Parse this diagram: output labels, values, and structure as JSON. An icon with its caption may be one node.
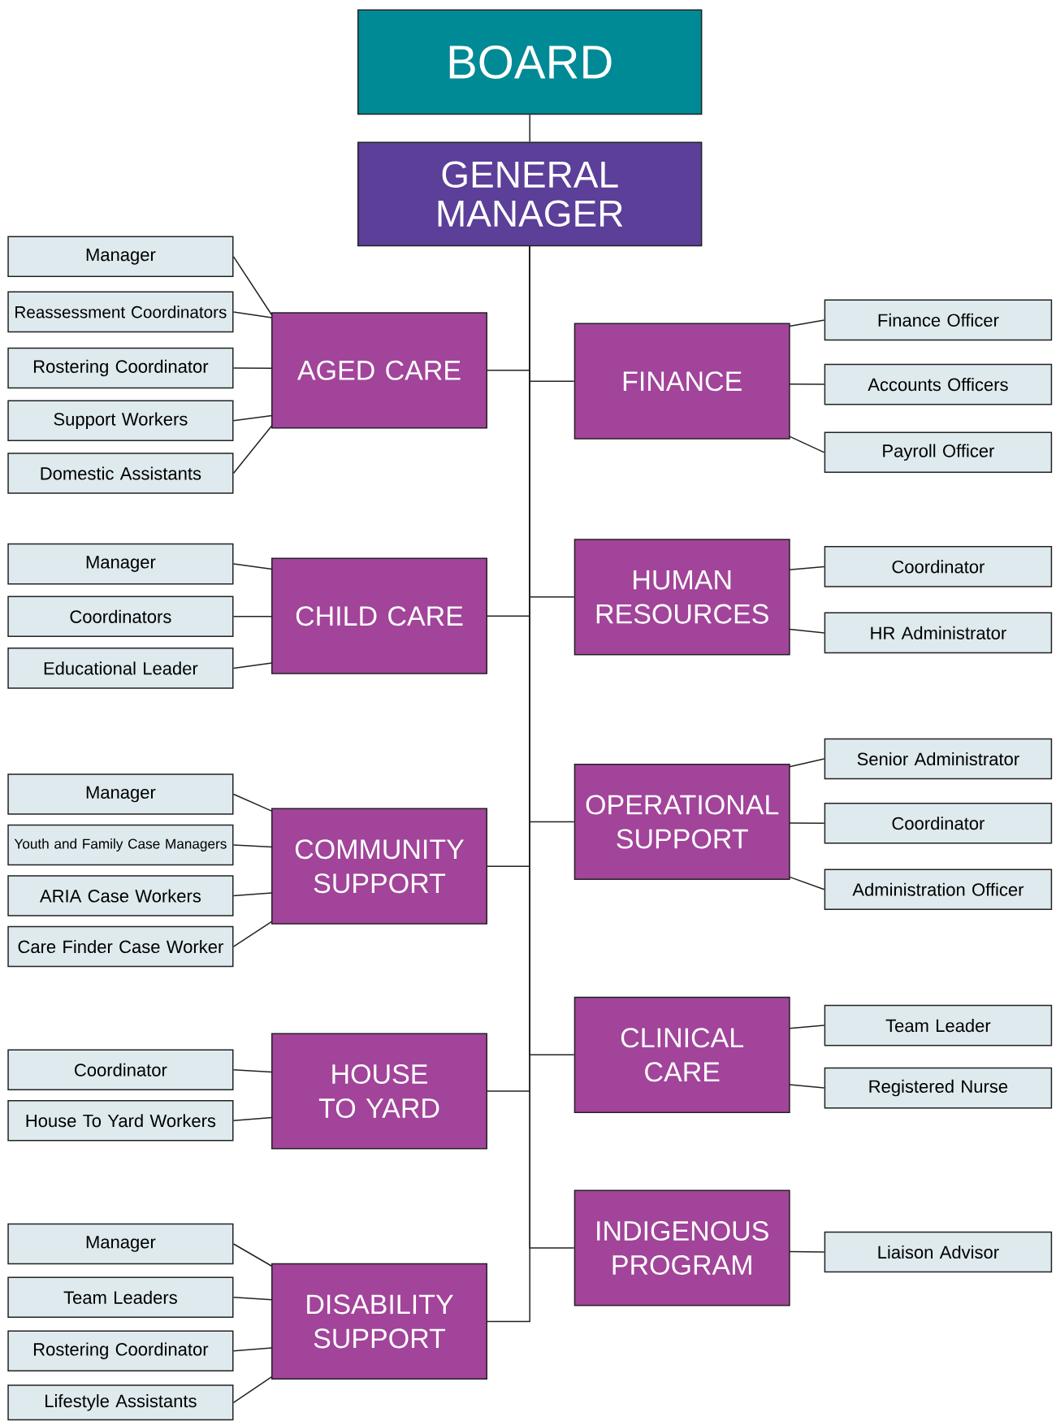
{
  "diagram": {
    "nodes": [
      {
        "text": [
          "BOARD"
        ]
      },
      {
        "text": [
          "GENERAL MANAGER"
        ]
      },
      {
        "text": [
          "AGED CARE"
        ]
      },
      {
        "text": [
          "Manager"
        ]
      },
      {
        "text": [
          "Reassessment Coordinators"
        ]
      },
      {
        "text": [
          "Rostering Coordinator"
        ]
      },
      {
        "text": [
          "Support Workers"
        ]
      },
      {
        "text": [
          "Domestic Assistants"
        ]
      },
      {
        "text": [
          "CHILD CARE"
        ]
      },
      {
        "text": [
          "Manager"
        ]
      },
      {
        "text": [
          "Coordinators"
        ]
      },
      {
        "text": [
          "Educational Leader"
        ]
      },
      {
        "text": [
          "COMMUNITY SUPPORT"
        ]
      },
      {
        "text": [
          "Manager"
        ]
      },
      {
        "text": [
          "Youth and Family Case Managers"
        ]
      },
      {
        "text": [
          "ARIA Case Workers"
        ]
      },
      {
        "text": [
          "Care Finder Case Worker"
        ]
      },
      {
        "text": [
          "HOUSE TO YARD"
        ]
      },
      {
        "text": [
          "Coordinator"
        ]
      },
      {
        "text": [
          "House To Yard Workers"
        ]
      },
      {
        "text": [
          "DISABILITY SUPPORT"
        ]
      },
      {
        "text": [
          "Manager"
        ]
      },
      {
        "text": [
          "Team Leaders"
        ]
      },
      {
        "text": [
          "Rostering Coordinator"
        ]
      },
      {
        "text": [
          "Lifestyle Assistants"
        ]
      },
      {
        "text": [
          "FINANCE"
        ]
      },
      {
        "text": [
          "Finance Officer"
        ]
      },
      {
        "text": [
          "Accounts Officers"
        ]
      },
      {
        "text": [
          "Payroll Officer"
        ]
      },
      {
        "text": [
          "HUMAN RESOURCES"
        ]
      },
      {
        "text": [
          "Coordinator"
        ]
      },
      {
        "text": [
          "HR Administrator"
        ]
      },
      {
        "text": [
          "OPERATIONAL SUPPORT"
        ]
      },
      {
        "text": [
          "Senior Administrator"
        ]
      },
      {
        "text": [
          "Coordinator"
        ]
      },
      {
        "text": [
          "Administration Officer"
        ]
      },
      {
        "text": [
          "CLINICAL CARE"
        ]
      },
      {
        "text": [
          "Team Leader"
        ]
      },
      {
        "text": [
          "Registered Nurse"
        ]
      },
      {
        "text": [
          "INDIGENOUS PROGRAM"
        ]
      },
      {
        "text": [
          "Liaison Advisor"
        ]
      }
    ],
    "edges": [
      {
        "from": 0,
        "to": 1,
        "arrow": "none"
      },
      {
        "from": 1,
        "to": 2,
        "arrow": "none"
      },
      {
        "from": 1,
        "to": 8,
        "arrow": "none"
      },
      {
        "from": 1,
        "to": 12,
        "arrow": "none"
      },
      {
        "from": 1,
        "to": 17,
        "arrow": "none"
      },
      {
        "from": 1,
        "to": 20,
        "arrow": "none"
      },
      {
        "from": 1,
        "to": 25,
        "arrow": "none"
      },
      {
        "from": 1,
        "to": 29,
        "arrow": "none"
      },
      {
        "from": 1,
        "to": 32,
        "arrow": "none"
      },
      {
        "from": 1,
        "to": 36,
        "arrow": "none"
      },
      {
        "from": 1,
        "to": 39,
        "arrow": "none"
      },
      {
        "from": 2,
        "to": 3,
        "arrow": "none"
      },
      {
        "from": 2,
        "to": 4,
        "arrow": "none"
      },
      {
        "from": 2,
        "to": 5,
        "arrow": "none"
      },
      {
        "from": 2,
        "to": 6,
        "arrow": "none"
      },
      {
        "from": 2,
        "to": 7,
        "arrow": "none"
      },
      {
        "from": 8,
        "to": 9,
        "arrow": "none"
      },
      {
        "from": 8,
        "to": 10,
        "arrow": "none"
      },
      {
        "from": 8,
        "to": 11,
        "arrow": "none"
      },
      {
        "from": 12,
        "to": 13,
        "arrow": "none"
      },
      {
        "from": 12,
        "to": 14,
        "arrow": "none"
      },
      {
        "from": 12,
        "to": 15,
        "arrow": "none"
      },
      {
        "from": 12,
        "to": 16,
        "arrow": "none"
      },
      {
        "from": 17,
        "to": 18,
        "arrow": "none"
      },
      {
        "from": 17,
        "to": 19,
        "arrow": "none"
      },
      {
        "from": 20,
        "to": 21,
        "arrow": "none"
      },
      {
        "from": 20,
        "to": 22,
        "arrow": "none"
      },
      {
        "from": 20,
        "to": 23,
        "arrow": "none"
      },
      {
        "from": 20,
        "to": 24,
        "arrow": "none"
      },
      {
        "from": 25,
        "to": 26,
        "arrow": "none"
      },
      {
        "from": 25,
        "to": 27,
        "arrow": "none"
      },
      {
        "from": 25,
        "to": 28,
        "arrow": "none"
      },
      {
        "from": 29,
        "to": 30,
        "arrow": "none"
      },
      {
        "from": 29,
        "to": 31,
        "arrow": "none"
      },
      {
        "from": 32,
        "to": 33,
        "arrow": "none"
      },
      {
        "from": 32,
        "to": 34,
        "arrow": "none"
      },
      {
        "from": 32,
        "to": 35,
        "arrow": "none"
      },
      {
        "from": 36,
        "to": 37,
        "arrow": "none"
      },
      {
        "from": 36,
        "to": 38,
        "arrow": "none"
      },
      {
        "from": 39,
        "to": 40,
        "arrow": "none"
      }
    ]
  }
}
